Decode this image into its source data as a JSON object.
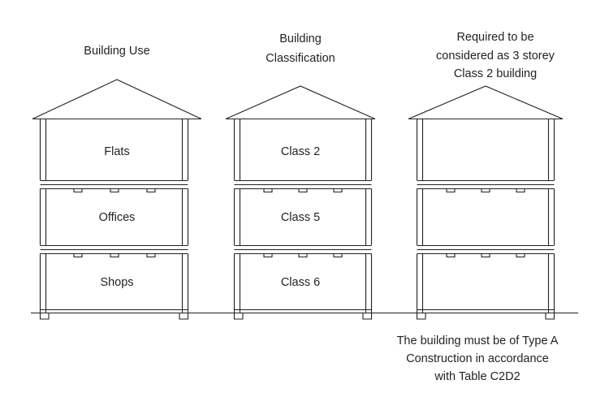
{
  "figure": {
    "title": "",
    "background_color": "#ffffff",
    "line_color": "#231f20"
  },
  "columns": [
    {
      "id": "building-use",
      "heading_lines": [
        "Building Use"
      ],
      "storeys": [
        {
          "level": "top",
          "label": "Flats"
        },
        {
          "level": "middle",
          "label": "Offices"
        },
        {
          "level": "bottom",
          "label": "Shops"
        }
      ]
    },
    {
      "id": "building-classification",
      "heading_lines": [
        "Building",
        "Classification"
      ],
      "storeys": [
        {
          "level": "top",
          "label": "Class 2"
        },
        {
          "level": "middle",
          "label": "Class 5"
        },
        {
          "level": "bottom",
          "label": "Class 6"
        }
      ]
    },
    {
      "id": "required-classification",
      "heading_lines": [
        "Required to be",
        "considered as 3 storey",
        "Class 2 building"
      ],
      "storeys": [
        {
          "level": "top",
          "label": ""
        },
        {
          "level": "middle",
          "label": ""
        },
        {
          "level": "bottom",
          "label": ""
        }
      ]
    }
  ],
  "footnote": {
    "lines": [
      "The building must be of Type A",
      "Construction in accordance",
      "with Table C2D2"
    ]
  }
}
